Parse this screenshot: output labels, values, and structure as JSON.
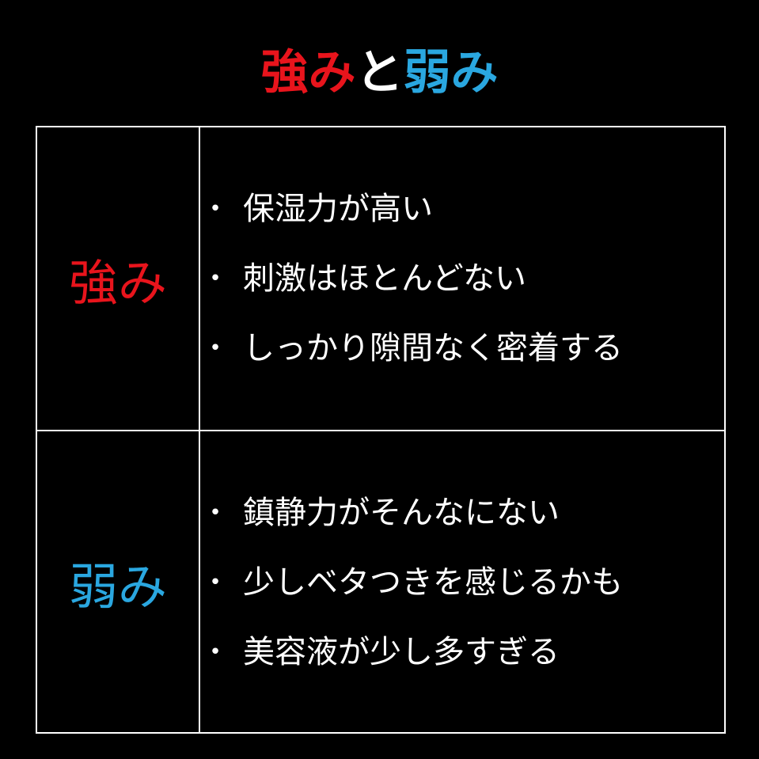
{
  "colors": {
    "strength": "#e8141c",
    "weakness": "#2aa7e0",
    "text": "#ffffff",
    "background": "#000000"
  },
  "title": {
    "part1": "強み",
    "part2": "と",
    "part3": "弱み"
  },
  "rows": [
    {
      "label": "強み",
      "items": [
        "保湿力が高い",
        "刺激はほとんどない",
        "しっかり隙間なく密着する"
      ]
    },
    {
      "label": "弱み",
      "items": [
        "鎮静力がそんなにない",
        "少しベタつきを感じるかも",
        "美容液が少し多すぎる"
      ]
    }
  ],
  "bullet": "•"
}
